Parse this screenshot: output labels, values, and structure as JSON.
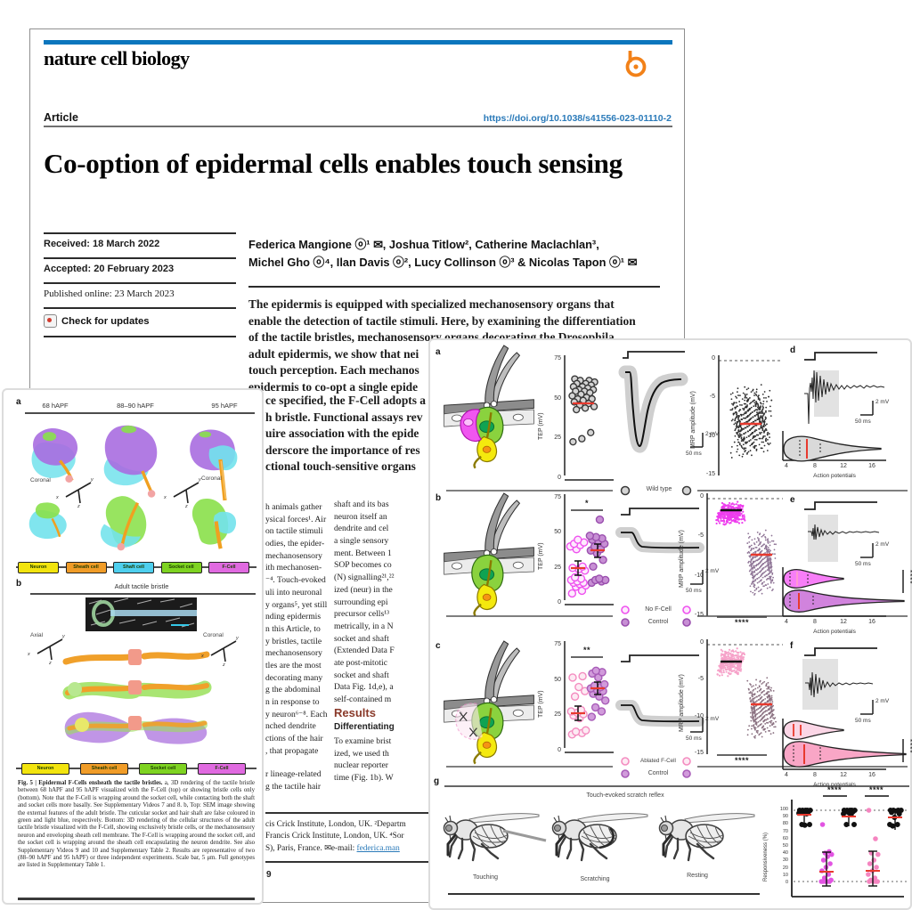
{
  "art": {
    "journal": "nature cell biology",
    "article_label": "Article",
    "doi": "https://doi.org/10.1038/s41556-023-01110-2",
    "title": "Co-option of epidermal cells enables touch sensing",
    "received": "Received: 18 March 2022",
    "accepted": "Accepted: 20 February 2023",
    "published": "Published online: 23 March 2023",
    "check_updates": "Check for updates",
    "authors1": "Federica Mangione ⓞ¹ ✉, Joshua Titlow², Catherine Maclachlan³,",
    "authors2": "Michel Gho ⓞ⁴, Ilan Davis ⓞ², Lucy Collinson ⓞ³ & Nicolas Tapon ⓞ¹ ✉",
    "abstract1": [
      "The epidermis is equipped with specialized mechanosensory organs that",
      "enable the detection of tactile stimuli. Here, by examining the differentiation",
      "of the tactile bristles, mechanosensory organs decorating the Drosophila",
      "adult epidermis, we show that nei",
      "touch perception. Each mechanos",
      "epidermis to co-opt a single epide"
    ],
    "abstract2": [
      "ce specified, the F-Cell adopts a",
      "h bristle. Functional assays rev",
      "uire association with the epide",
      "derscore the importance of res",
      "ctional touch-sensitive organs"
    ],
    "colL1": [
      "h animals gather",
      "ysical forces¹. Air",
      "on tactile stimuli",
      "odies, the epider-",
      "mechanosensory",
      "ith mechanosen-",
      "⁻⁴. Touch-evoked",
      "uli into neuronal",
      "y organs⁵, yet still",
      "nding epidermis",
      "n this Article, to",
      "y bristles, tactile",
      "mechanosensory",
      "tles are the most",
      "decorating many",
      "g the abdominal",
      "n in response to",
      "y neuron⁶⁻⁸. Each",
      "nched dendrite",
      "ctions of the hair",
      ", that propagate"
    ],
    "colL2": [
      "r lineage-related",
      "g the tactile hair"
    ],
    "colR1": [
      "shaft and its bas",
      "neuron itself an",
      "dendrite and cel",
      "a single sensory",
      "ment. Between 1",
      "SOP becomes co",
      "(N) signalling²¹,²²",
      "ized (neur) in the",
      "surrounding epi",
      "precursor cells¹³",
      "metrically, in a N",
      "socket and shaft",
      "(Extended Data F",
      "ate post-mitotic",
      "socket and shaft",
      "Data Fig. 1d,e), a",
      "self-contained m"
    ],
    "results_head": "Results",
    "results_sub": "Differentiating",
    "colR2": [
      "To examine brist",
      "ized, we used th",
      "nuclear reporter",
      "time (Fig. 1b). W"
    ],
    "affil1": "cis Crick Institute, London, UK. ²Departm",
    "affil2": "Francis Crick Institute, London, UK. ⁴Sor",
    "affil3": "S), Paris, France. ✉e-mail: ",
    "affil3_link": "federica.man",
    "page_num": "9"
  },
  "f5": {
    "label_a": "a",
    "label_b": "b",
    "headers": [
      "68 hAPF",
      "88–90 hAPF",
      "95 hAPF"
    ],
    "coronal": "Coronal",
    "axial": "Axial",
    "ax": {
      "x": "x",
      "y": "y",
      "z": "z"
    },
    "legend1": [
      {
        "label": "Neuron",
        "color": "#f2e40e"
      },
      {
        "label": "Sheath cell",
        "color": "#f09c28"
      },
      {
        "label": "Shaft cell",
        "color": "#4ecfee"
      },
      {
        "label": "Socket cell",
        "color": "#7ed321"
      },
      {
        "label": "F-Cell",
        "color": "#e06ae0"
      }
    ],
    "b_title": "Adult tactile bristle",
    "legend2": [
      {
        "label": "Neuron",
        "color": "#f2e40e"
      },
      {
        "label": "Sheath cell",
        "color": "#f09c28"
      },
      {
        "label": "Socket cell",
        "color": "#7ed321"
      },
      {
        "label": "F-Cell",
        "color": "#e06ae0"
      }
    ],
    "caption_bold": "Fig. 5 | Epidermal F-Cells ensheath the tactile bristles. ",
    "caption_rest": "a, 3D rendering of the tactile bristle between 68 hAPF and 95 hAPF visualized with the F-Cell (top) or showing bristle cells only (bottom). Note that the F-Cell is wrapping around the socket cell, while contacting both the shaft and socket cells more basally. See Supplementary Videos 7 and 8. b, Top: SEM image showing the external features of the adult bristle. The cuticular socket and hair shaft are false coloured in green and light blue, respectively. Bottom: 3D rendering of the cellular structures of the adult tactile bristle visualized with the F-Cell, showing exclusively bristle cells, or the mechanosensory neuron and enveloping sheath cell membrane. The F-Cell is wrapping around the socket cell, and the socket cell is wrapping around the sheath cell encapsulating the neuron dendrite. See also Supplementary Videos 9 and 10 and Supplementary Table 2. Results are representative of two (88–90 hAPF and 95 hAPF) or three independent experiments. Scale bar, 5 μm. Full genotypes are listed in Supplementary Table 1."
  },
  "fr": {
    "labels": {
      "a": "a",
      "b": "b",
      "c": "c",
      "d": "d",
      "e": "e",
      "f": "f",
      "g": "g"
    },
    "legend": {
      "wild": "Wild type",
      "nof": "No F-Cell",
      "control": "Control",
      "ablated": "Ablated F-Cell"
    },
    "scale": {
      "mv": "2 mV",
      "ms": "50 ms"
    },
    "g_title": "Touch-evoked scratch reflex",
    "fly_labels": [
      "Touching",
      "Scratching",
      "Resting"
    ]
  },
  "chart_data": {
    "tep_a": {
      "type": "scatter",
      "ylabel": "TEP (mV)",
      "ylim": [
        0,
        75
      ],
      "yticks": [
        75,
        50,
        25,
        0
      ],
      "groups": [
        {
          "name": "Wild type",
          "mean": 47,
          "values": [
            63,
            62,
            62,
            61,
            60,
            60,
            59,
            58,
            58,
            57,
            56,
            56,
            55,
            55,
            54,
            53,
            52,
            51,
            50,
            50,
            49,
            48,
            47,
            46,
            45,
            44,
            43,
            28,
            24,
            22
          ]
        }
      ]
    },
    "mrp_a": {
      "type": "strip",
      "ylabel": "MRP amplitude (mV)",
      "ylim": [
        0,
        -15
      ],
      "yticks": [
        0,
        -5,
        -10,
        -15
      ],
      "cloud": {
        "n": 520,
        "range": [
          -3.2,
          -13.2
        ],
        "mean": -8.5
      }
    },
    "tep_b": {
      "type": "scatter",
      "ylabel": "TEP (mV)",
      "ylim": [
        0,
        75
      ],
      "yticks": [
        75,
        50,
        25,
        0
      ],
      "sig": "*",
      "groups": [
        {
          "name": "No F-Cell",
          "mean": 24,
          "values": [
            5,
            7,
            10,
            11,
            12,
            13,
            13,
            14,
            15,
            16,
            17,
            22,
            23,
            24,
            25,
            38,
            40,
            41,
            42,
            43,
            45
          ]
        },
        {
          "name": "Control",
          "mean": 37,
          "values": [
            13,
            14,
            15,
            15,
            16,
            25,
            30,
            35,
            37,
            38,
            40,
            42,
            44,
            45,
            46,
            47,
            48,
            60
          ]
        }
      ]
    },
    "mrp_b": {
      "type": "strip",
      "ylabel": "MRP amplitude (mV)",
      "ylim": [
        0,
        -15
      ],
      "yticks": [
        0,
        -5,
        -10,
        -15
      ],
      "sig": "****",
      "clouds": [
        {
          "name": "No F-Cell",
          "n": 300,
          "range": [
            -0.4,
            -3.4
          ],
          "mean": -1.6
        },
        {
          "name": "Control",
          "n": 400,
          "range": [
            -4,
            -12.5
          ],
          "mean": -7.2
        }
      ]
    },
    "tep_c": {
      "type": "scatter",
      "ylabel": "TEP (mV)",
      "ylim": [
        0,
        75
      ],
      "yticks": [
        75,
        50,
        25,
        0
      ],
      "sig": "**",
      "groups": [
        {
          "name": "Ablated F-Cell",
          "mean": 26,
          "values": [
            10,
            11,
            12,
            13,
            22,
            24,
            25,
            26,
            27,
            28,
            38,
            42,
            45,
            52,
            53
          ]
        },
        {
          "name": "Control",
          "mean": 44,
          "values": [
            23,
            27,
            30,
            35,
            38,
            40,
            42,
            43,
            44,
            45,
            46,
            47,
            52,
            55,
            56,
            57
          ]
        }
      ]
    },
    "mrp_c": {
      "type": "strip",
      "ylabel": "MRP amplitude (mV)",
      "ylim": [
        0,
        -15
      ],
      "yticks": [
        0,
        -5,
        -10,
        -15
      ],
      "sig": "****",
      "clouds": [
        {
          "name": "Ablated F-Cell",
          "n": 300,
          "range": [
            -0.5,
            -4.4
          ],
          "mean": -2.3
        },
        {
          "name": "Control",
          "n": 400,
          "range": [
            -4.5,
            -13
          ],
          "mean": -8.2
        }
      ]
    },
    "ap_d": {
      "type": "violin",
      "xlabel": "Action potentials",
      "xticks": [
        4,
        8,
        12,
        16
      ],
      "series": [
        {
          "name": "Wild type",
          "median": 7.5,
          "range": [
            4,
            16
          ]
        }
      ]
    },
    "ap_e": {
      "type": "violin",
      "xlabel": "Action potentials",
      "xticks": [
        4,
        8,
        12,
        16
      ],
      "sig": "****",
      "series": [
        {
          "name": "No F-Cell",
          "median": 5.5,
          "range": [
            4,
            10
          ]
        },
        {
          "name": "Control",
          "median": 6.5,
          "range": [
            4,
            17
          ]
        }
      ]
    },
    "ap_f": {
      "type": "violin",
      "xlabel": "Action potentials",
      "xticks": [
        4,
        8,
        12,
        16
      ],
      "sig": "****",
      "series": [
        {
          "name": "Ablated F-Cell",
          "median": 6,
          "range": [
            4,
            10
          ]
        },
        {
          "name": "Control",
          "median": 7.5,
          "range": [
            4,
            17
          ]
        }
      ]
    },
    "resp": {
      "type": "scatter",
      "ylabel": "Responsiveness (%)",
      "ylim": [
        0,
        100
      ],
      "yticks": [
        100,
        90,
        80,
        70,
        60,
        50,
        40,
        30,
        20,
        10,
        0
      ],
      "sig": [
        "****",
        "****"
      ],
      "groups": [
        {
          "mean": 97,
          "values": [
            100,
            100,
            100,
            100,
            100,
            99,
            98,
            97,
            96,
            95,
            80,
            80,
            79
          ]
        },
        {
          "mean": 13,
          "values": [
            80,
            42,
            40,
            38,
            35,
            30,
            25,
            20,
            15,
            10,
            5,
            2,
            0,
            0,
            0,
            0,
            0
          ]
        },
        {
          "mean": 94,
          "values": [
            100,
            100,
            100,
            100,
            100,
            99,
            98,
            97,
            95,
            94,
            80,
            80
          ]
        },
        {
          "mean": 15,
          "values": [
            100,
            60,
            40,
            38,
            30,
            25,
            20,
            15,
            10,
            5,
            2,
            0,
            0,
            0,
            0
          ]
        },
        {
          "mean": 90,
          "values": [
            100,
            100,
            100,
            100,
            99,
            97,
            95,
            90,
            80,
            80,
            78
          ]
        }
      ]
    }
  }
}
